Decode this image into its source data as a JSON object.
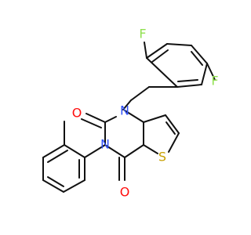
{
  "atoms": [
    {
      "id": "F1",
      "label": "F",
      "color": "#90e050"
    },
    {
      "id": "F2",
      "label": "F",
      "color": "#90e050"
    },
    {
      "id": "N1",
      "label": "N",
      "color": "#3050f8"
    },
    {
      "id": "N3",
      "label": "N",
      "color": "#3050f8"
    },
    {
      "id": "O1",
      "label": "O",
      "color": "#ff0d0d"
    },
    {
      "id": "O2",
      "label": "O",
      "color": "#ff0d0d"
    },
    {
      "id": "S1",
      "label": "S",
      "color": "#c8a000"
    }
  ],
  "bond_color": "#111111",
  "background": "#ffffff"
}
